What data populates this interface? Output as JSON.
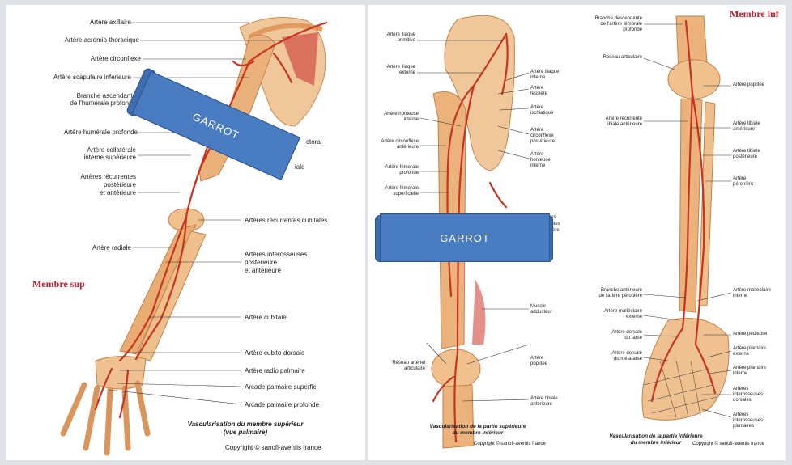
{
  "panel_upper": {
    "labels": {
      "axillaire": "Artère axillaire",
      "acromio": "Artère acromio-thoracique",
      "circonflexe": "Artère circonflexe",
      "scapulaire": "Artère scapulaire inférieure",
      "branche_asc_1": "Branche ascendante",
      "branche_asc_2": "de l'humérale profonde",
      "humerale_prof": "Artère humérale profonde",
      "collat_1": "Artère collatérale",
      "collat_2": "interne supérieure",
      "recurr_1": "Artères récurrentes",
      "recurr_2": "postérieure",
      "recurr_3": "et antérieure",
      "radiale": "Artère radiale",
      "pectoral": "ctoral",
      "humerale": "iale",
      "cubitales": "Artères récurrentes cubitales",
      "inteross_1": "Artères interosseuses",
      "inteross_2": "postérieure",
      "inteross_3": "et antérieure",
      "cubitale": "Artère cubitale",
      "cubito_dorsale": "Artère cubito-dorsale",
      "radio_palmaire": "Artère radio palmaire",
      "arcade_sup": "Arcade palmaire superfici",
      "arcade_prof": "Arcade palmaire profonde"
    },
    "section": "Membre sup",
    "caption_1": "Vascularisation du membre supérieur",
    "caption_2": "(vue palmaire)",
    "copyright": "Copyright © sanofi-aventis france",
    "garrot": "GARROT"
  },
  "panel_lower_thigh": {
    "labels": {
      "iliaque_prim_1": "Artère iliaque",
      "iliaque_prim_2": "primitive",
      "iliaque_ext_1": "Artère iliaque",
      "iliaque_ext_2": "externe",
      "iliaque_int_1": "Artère iliaque",
      "iliaque_int_2": "interne",
      "fessiere_1": "Artère",
      "fessiere_2": "fessière",
      "ischiatique_1": "Artère",
      "ischiatique_2": "ischiatique",
      "circ_post_1": "Artère",
      "circ_post_2": "circonflexe",
      "circ_post_3": "postérieure",
      "honteuse_ext_1": "Artère",
      "honteuse_ext_2": "honteuse",
      "honteuse_ext_3": "interne",
      "honteuse_int_1": "Artère honteuse",
      "honteuse_int_2": "interne",
      "circ_ant_1": "Artère circonflexe",
      "circ_ant_2": "antérieure",
      "fem_prof_1": "Artère fémorale",
      "fem_prof_2": "profonde",
      "fem_sup_1": "Artère fémorale",
      "fem_sup_2": "superficielle",
      "partial_1": "nes",
      "partial_2": "antes",
      "partial_3": "ntère",
      "partial_4": "re",
      "muscle_1": "Muscle",
      "muscle_2": "adducteur",
      "reseau_1": "Réseau artériel",
      "reseau_2": "articulaire",
      "poplitee_1": "Artère",
      "poplitee_2": "poplitée",
      "tibiale_ant_1": "Artère tibiale",
      "tibiale_ant_2": "antérieure"
    },
    "caption_1": "Vascularisation de la partie supérieure",
    "caption_2": "du membre inférieur",
    "copyright": "Copyright © sanofi-aventis france",
    "garrot": "GARROT"
  },
  "panel_lower_leg": {
    "labels": {
      "branche_desc_1": "Branche descendante",
      "branche_desc_2": "de l'artère fémorale",
      "branche_desc_3": "profonde",
      "reseau_art": "Réseau articulaire",
      "poplitee": "Artère poplitée",
      "recurr_tib_1": "Artère récurrente",
      "recurr_tib_2": "tibiale antérieure",
      "tib_ant_1": "Artère tibiale",
      "tib_ant_2": "antérieure",
      "tib_post_1": "Artère tibiale",
      "tib_post_2": "postérieure",
      "peroniere_1": "Artère",
      "peroniere_2": "péronière",
      "branche_ant_1": "Branche antérieure",
      "branche_ant_2": "de l'artère péronière",
      "malleolaire_ext_1": "Artère malléolaire",
      "malleolaire_ext_2": "externe",
      "malleolaire_int_1": "Artère malléolaire",
      "malleolaire_int_2": "interne",
      "dorsale_tarse_1": "Artère dorsale",
      "dorsale_tarse_2": "du tarse",
      "dorsale_meta_1": "Artère dorsale",
      "dorsale_meta_2": "du métatarse",
      "pedieuse": "Artère pédieuse",
      "plantaire_ext_1": "Artère plantaire",
      "plantaire_ext_2": "externe",
      "plantaire_int_1": "Artère plantaire",
      "plantaire_int_2": "interne",
      "inter_dors_1": "Artères",
      "inter_dors_2": "interosseuses",
      "inter_dors_3": "dorsales",
      "inter_plant_1": "Artères",
      "inter_plant_2": "interosseuses",
      "inter_plant_3": "plantaires"
    },
    "section": "Membre inf",
    "caption_1": "Vascularisation de la partie inférieure",
    "caption_2": "du membre inférieur",
    "copyright": "Copyright © sanofi-aventis france"
  },
  "colors": {
    "bone": "#e8a76a",
    "artery": "#c8341e",
    "garrot": "#4a7cc2",
    "section_title": "#c0182c"
  },
  "icons": [
    "tourniquet-band-icon"
  ]
}
